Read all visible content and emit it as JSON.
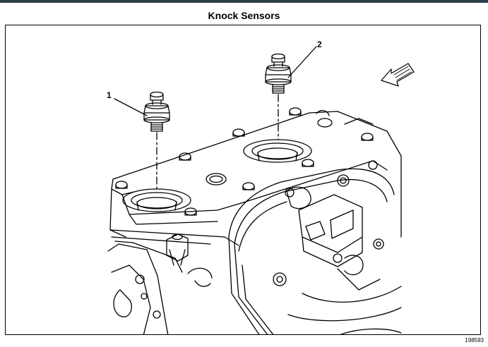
{
  "diagram": {
    "title": "Knock Sensors",
    "figure_id": "198593",
    "callouts": [
      "1",
      "2"
    ],
    "icons": [
      "direction-arrow-icon",
      "knock-sensor-icon",
      "cylinder-head-drawing"
    ]
  }
}
